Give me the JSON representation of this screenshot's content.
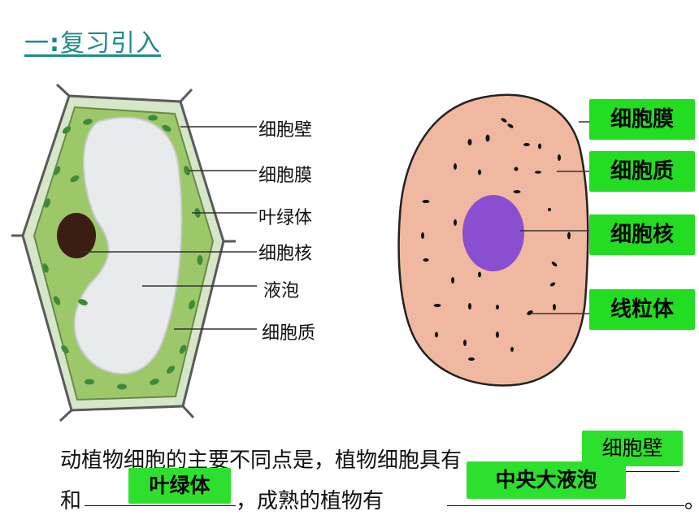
{
  "header": {
    "prefix": "一",
    "colon": ":",
    "title": "复习引入"
  },
  "plant_cell": {
    "labels": [
      "细胞壁",
      "细胞膜",
      "叶绿体",
      "细胞核",
      "液泡",
      "细胞质"
    ]
  },
  "animal_cell": {
    "labels": [
      "细胞膜",
      "细胞质",
      "细胞核",
      "线粒体"
    ]
  },
  "question": {
    "line1": "动植物细胞的主要不同点是，植物细胞具有",
    "line2_start": "和",
    "line2_mid": "，成熟的植物有",
    "line2_end": "。",
    "answers": [
      "细胞壁",
      "叶绿体",
      "中央大液泡"
    ]
  }
}
